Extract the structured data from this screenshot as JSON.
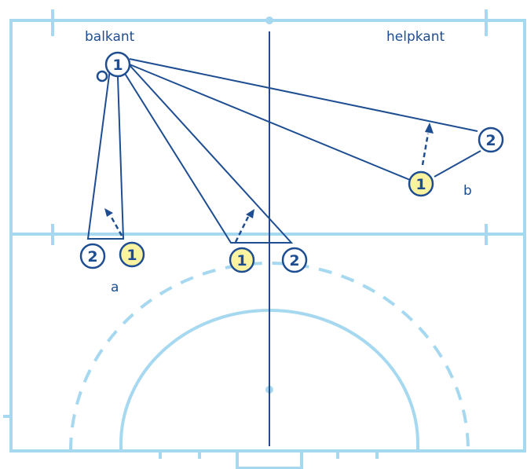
{
  "labels": {
    "left_side": "balkant",
    "right_side": "helpkant",
    "situation_a": "a",
    "situation_b": "b"
  },
  "players": [
    {
      "id": "top-1",
      "number": "1",
      "style": "open"
    },
    {
      "id": "a-2",
      "number": "2",
      "style": "open"
    },
    {
      "id": "a-1",
      "number": "1",
      "style": "highlight"
    },
    {
      "id": "mid-1",
      "number": "1",
      "style": "highlight"
    },
    {
      "id": "mid-2",
      "number": "2",
      "style": "open"
    },
    {
      "id": "b-1",
      "number": "1",
      "style": "highlight"
    },
    {
      "id": "b-2",
      "number": "2",
      "style": "open"
    }
  ],
  "colors": {
    "court_line": "#a6d8f0",
    "ink": "#1e4e91",
    "highlight_fill": "#fbf3a0"
  }
}
